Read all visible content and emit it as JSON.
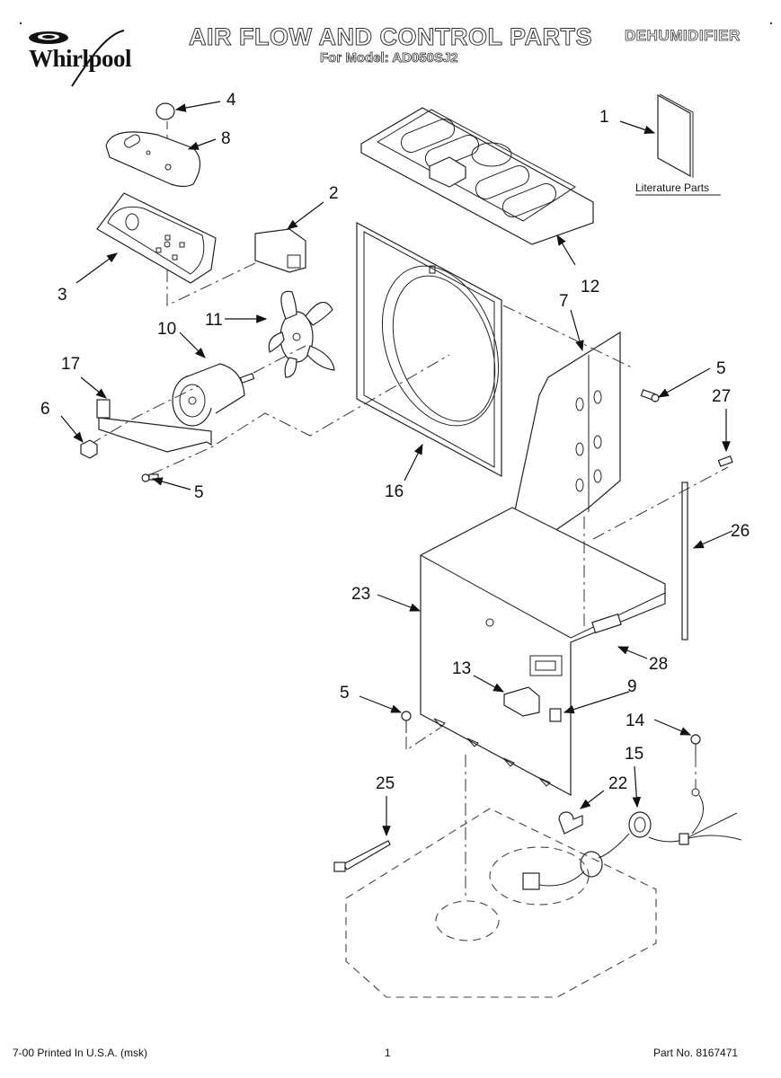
{
  "header": {
    "brand": "Whirlpool",
    "title": "AIR FLOW AND CONTROL PARTS",
    "subtitle": "For Model: AD050SJ2",
    "product": "DEHUMIDIFIER"
  },
  "literature": {
    "label": "Literature Parts"
  },
  "callouts": {
    "c1": "1",
    "c2": "2",
    "c3": "3",
    "c4": "4",
    "c5a": "5",
    "c5b": "5",
    "c5c": "5",
    "c6": "6",
    "c7": "7",
    "c8": "8",
    "c9": "9",
    "c10": "10",
    "c11": "11",
    "c12": "12",
    "c13": "13",
    "c14": "14",
    "c15": "15",
    "c16": "16",
    "c17": "17",
    "c22": "22",
    "c23": "23",
    "c25": "25",
    "c26": "26",
    "c27": "27",
    "c28": "28"
  },
  "footer": {
    "print_info": "7-00 Printed In U.S.A. (msk)",
    "page_number": "1",
    "part_number": "Part No. 8167471"
  }
}
